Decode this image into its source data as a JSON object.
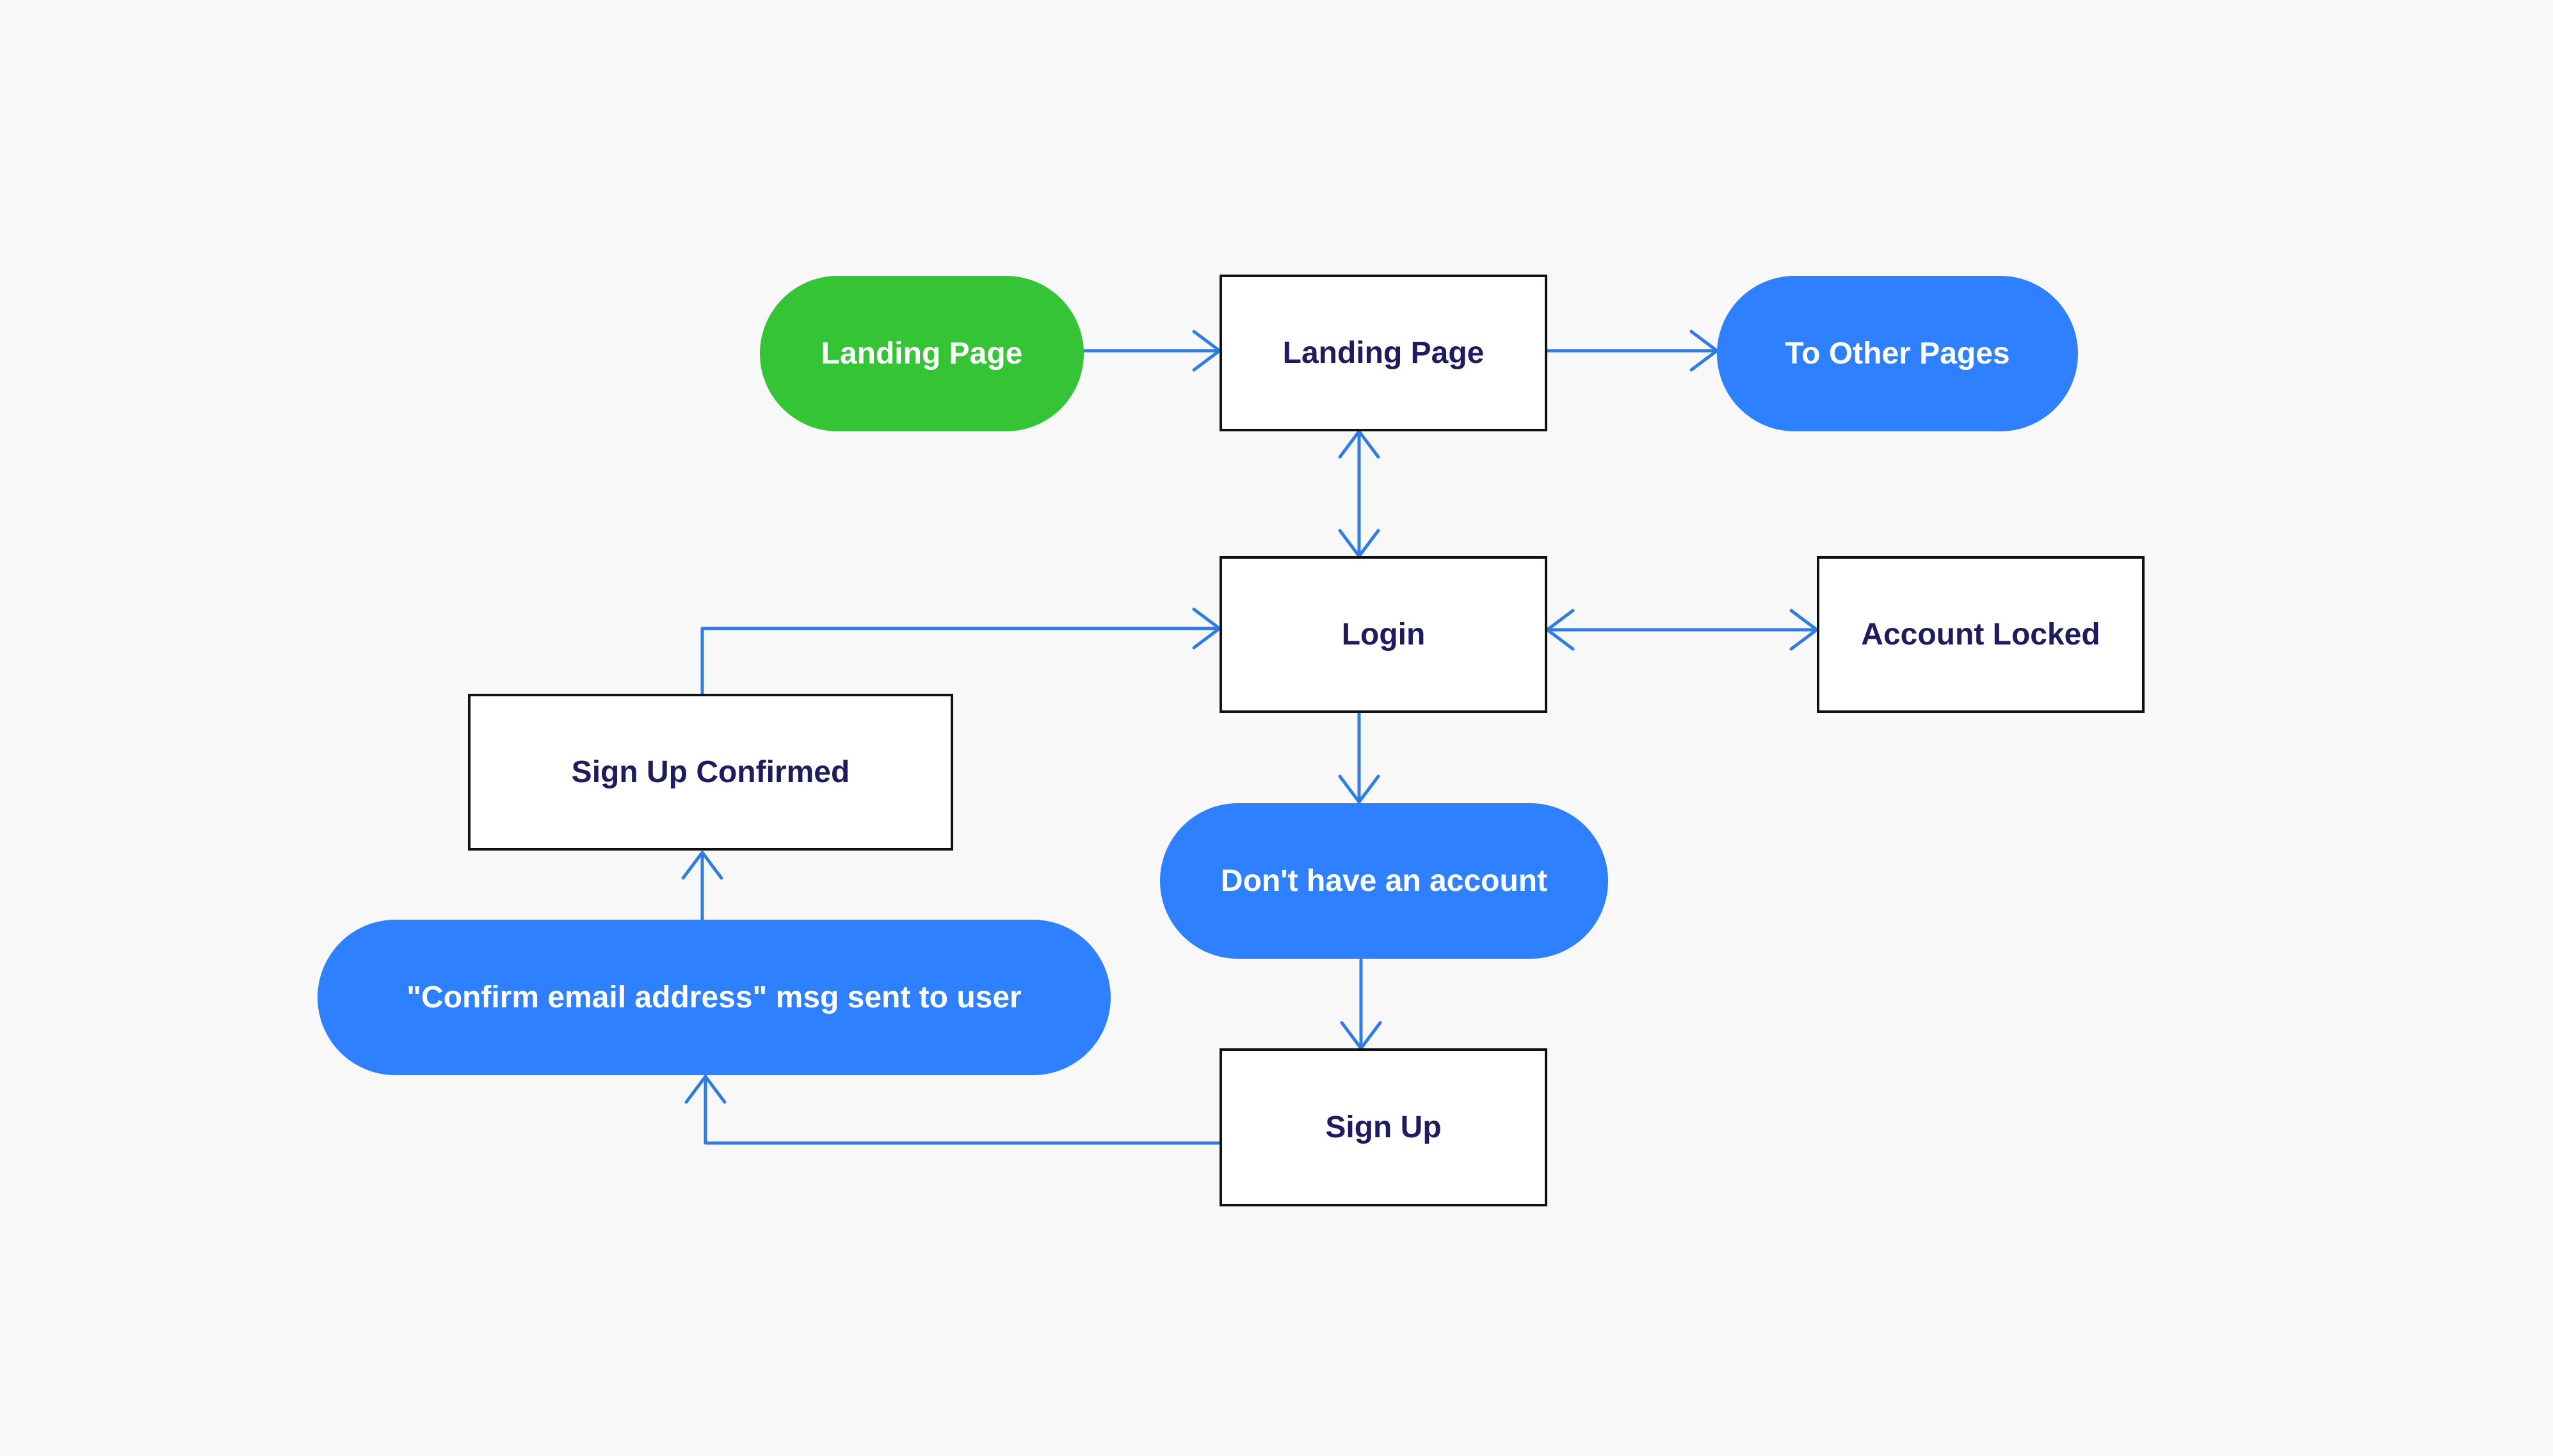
{
  "nodes": {
    "start": "Landing Page",
    "landing_page": "Landing Page",
    "other_pages": "To Other Pages",
    "login": "Login",
    "account_locked": "Account Locked",
    "sign_up_confirmed": "Sign Up Confirmed",
    "no_account": "Don't have an account",
    "confirm_email": "\"Confirm email address\" msg sent to user",
    "sign_up": "Sign Up"
  },
  "connections": [
    {
      "from": "start",
      "to": "landing_page",
      "bidirectional": false
    },
    {
      "from": "landing_page",
      "to": "other_pages",
      "bidirectional": false
    },
    {
      "from": "landing_page",
      "to": "login",
      "bidirectional": true
    },
    {
      "from": "login",
      "to": "account_locked",
      "bidirectional": true
    },
    {
      "from": "login",
      "to": "no_account",
      "bidirectional": false
    },
    {
      "from": "no_account",
      "to": "sign_up",
      "bidirectional": false
    },
    {
      "from": "sign_up",
      "to": "confirm_email",
      "bidirectional": false
    },
    {
      "from": "confirm_email",
      "to": "sign_up_confirmed",
      "bidirectional": false
    },
    {
      "from": "sign_up_confirmed",
      "to": "login",
      "bidirectional": false
    }
  ],
  "colors": {
    "start_pill": "#36C437",
    "action_pill": "#2F80FF",
    "connector": "#2F7DE1",
    "box_text": "#1E1B5E",
    "box_border": "#111111",
    "background": "#F8F8F8"
  }
}
